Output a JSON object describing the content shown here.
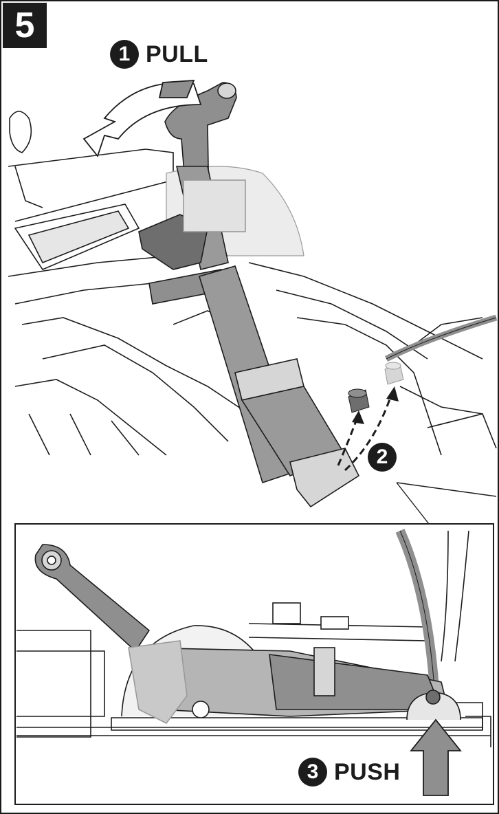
{
  "step": {
    "number": "5"
  },
  "callouts": [
    {
      "number": "1",
      "label": "PULL"
    },
    {
      "number": "2",
      "label": ""
    },
    {
      "number": "3",
      "label": "PUSH"
    }
  ],
  "colors": {
    "line": "#1c1c1c",
    "part_dark": "#8f8f8f",
    "part_light": "#d6d6d6",
    "part_mid": "#b5b5b5",
    "badge": "#1c1c1c"
  }
}
